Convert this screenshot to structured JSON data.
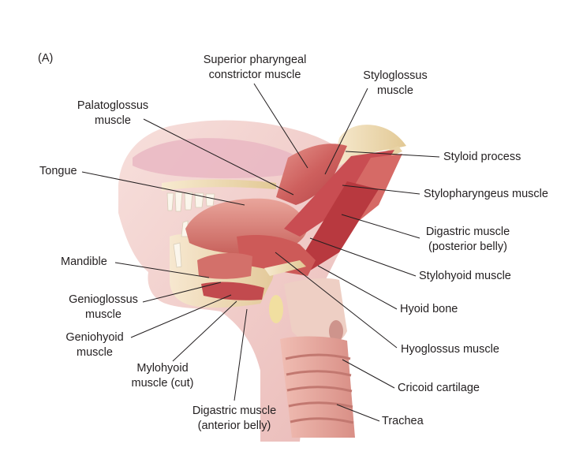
{
  "panel_label": "(A)",
  "labels": {
    "superior_pharyngeal": [
      "Superior pharyngeal",
      "constrictor muscle"
    ],
    "styloglossus": [
      "Styloglossus",
      "muscle"
    ],
    "palatoglossus": [
      "Palatoglossus",
      "muscle"
    ],
    "styloid_process": "Styloid process",
    "tongue": "Tongue",
    "stylopharyngeus": "Stylopharyngeus muscle",
    "digastric_posterior": [
      "Digastric muscle",
      "(posterior belly)"
    ],
    "mandible": "Mandible",
    "stylohyoid": "Stylohyoid muscle",
    "genioglossus": [
      "Genioglossus",
      "muscle"
    ],
    "hyoid_bone": "Hyoid bone",
    "geniohyoid": [
      "Geniohyoid",
      "muscle"
    ],
    "hyoglossus": "Hyoglossus muscle",
    "mylohyoid": [
      "Mylohyoid",
      "muscle (cut)"
    ],
    "cricoid": "Cricoid cartilage",
    "digastric_anterior": [
      "Digastric muscle",
      "(anterior belly)"
    ],
    "trachea": "Trachea"
  },
  "colors": {
    "skin": "#f3d0cc",
    "skin_dark": "#e4a9a6",
    "muscle": "#c9484c",
    "muscle_light": "#e0857d",
    "muscle_dark": "#a8323a",
    "bone": "#eedcb6",
    "cartilage": "#f2c2b6",
    "leader": "#231f20"
  }
}
